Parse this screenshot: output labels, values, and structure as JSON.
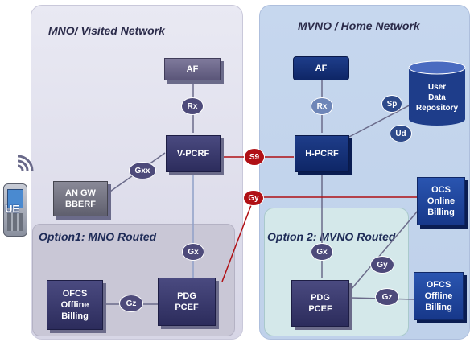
{
  "networks": {
    "visited": {
      "title": "MNO/ Visited Network"
    },
    "home": {
      "title": "MVNO / Home Network"
    }
  },
  "options": {
    "mno": "Option1: MNO Routed",
    "mvno": "Option 2: MVNO Routed"
  },
  "nodes": {
    "af_visited": "AF",
    "af_home": "AF",
    "v_pcrf": "V-PCRF",
    "h_pcrf": "H-PCRF",
    "an_gw": "AN GW\nBBERF",
    "ofcs_visited": "OFCS\nOffline\nBilling",
    "pdg_visited": "PDG\nPCEF",
    "pdg_home": "PDG\nPCEF",
    "ocs": "OCS\nOnline\nBilling",
    "ofcs_home": "OFCS\nOffline\nBilling",
    "repository": "User\nData\nRepository",
    "ue": "UE"
  },
  "interfaces": {
    "rx_visited": "Rx",
    "rx_home": "Rx",
    "gxx": "Gxx",
    "s9": "S9",
    "gy_red": "Gy",
    "gx_visited": "Gx",
    "gz_visited": "Gz",
    "ud": "Ud",
    "sp": "Sp",
    "gx_home": "Gx",
    "gy_home": "Gy",
    "gz_home": "Gz"
  },
  "colors": {
    "visited_panel": "#d7d6e6",
    "home_panel": "#bfd1ea",
    "option_mno": "#c9c7d6",
    "option_mvno": "#d4e8ea",
    "red_link": "#b01015"
  }
}
